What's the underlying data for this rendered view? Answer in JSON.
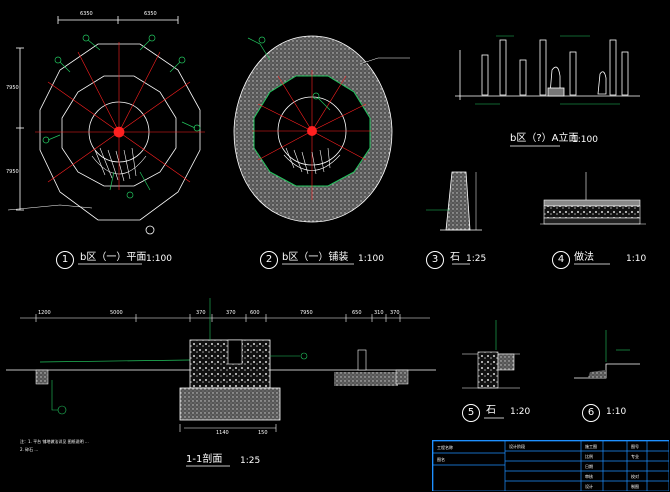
{
  "drawing": {
    "views": [
      {
        "id": "1",
        "title": "b区（一）平面",
        "scale": "1:100"
      },
      {
        "id": "2",
        "title": "b区（一）铺装",
        "scale": "1:100"
      },
      {
        "id": "3",
        "title": "石",
        "scale": "1:25"
      },
      {
        "id": "4",
        "title": "做法",
        "scale": "1:10"
      },
      {
        "id": "5",
        "title": "石",
        "scale": "1:20"
      },
      {
        "id": "6",
        "title": "",
        "scale": "1:10"
      },
      {
        "id": "elev",
        "title": "b区（?）A立面",
        "scale": "1:100"
      },
      {
        "id": "sect",
        "title": "1-1剖面",
        "scale": "1:25"
      }
    ],
    "plan_dims": {
      "top_left": "6350",
      "top_right": "6350",
      "left_upper": "7950",
      "left_lower": "7950"
    },
    "section_dims": [
      "1200",
      "5000",
      "370",
      "370",
      "600",
      "7950",
      "650",
      "310",
      "370"
    ],
    "section_bottom_dims": [
      "1140",
      "150"
    ],
    "notes": {
      "section_note_1": "注：1. 平台 铺地做法详见 图纸说明 ...",
      "section_note_2": "2. 碎石 ..."
    },
    "title_block": {
      "cells": [
        "设计阶段",
        "施工图",
        "图号",
        "比例",
        "专业",
        "日期",
        "工程名称",
        "图名",
        "审核",
        "校对",
        "设计",
        "制图"
      ]
    },
    "colors": {
      "background": "#000000",
      "line_white": "#ffffff",
      "axis_red": "#ff2020",
      "leader_green": "#22c55e",
      "frame_blue": "#1e90ff",
      "hatch_grey": "#7a7a7a"
    }
  }
}
